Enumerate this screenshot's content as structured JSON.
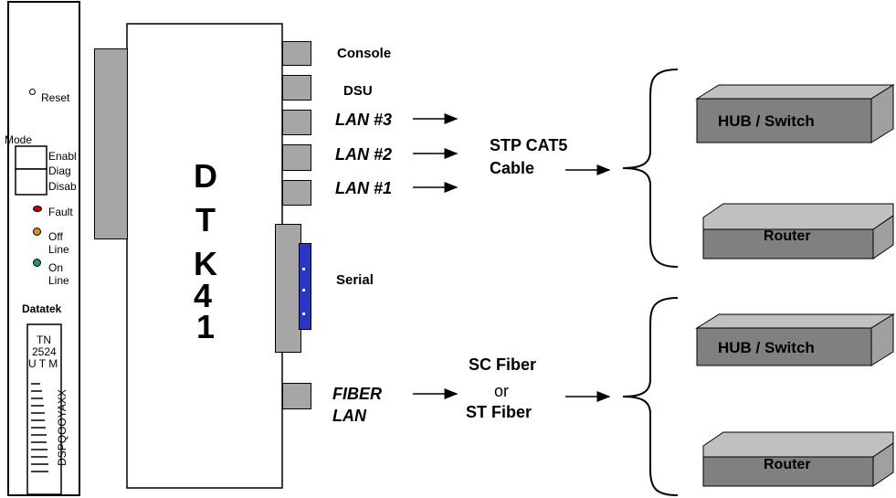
{
  "panel": {
    "reset": "Reset",
    "mode": "Mode",
    "enable": "Enabl",
    "diag": "Diag",
    "disable": "Disab",
    "fault": "Fault",
    "off": "Off",
    "off_line": "Line",
    "on": "On",
    "on_line": "Line",
    "brand": "Datatek",
    "model_tn": "TN",
    "model_num": "2524",
    "model_utm": "U T M",
    "barcode": "DSPQOOYAXX"
  },
  "unit": {
    "letters": [
      "D",
      "T",
      "K",
      "4",
      "1"
    ]
  },
  "ports": {
    "console": "Console",
    "dsu": "DSU",
    "lan3": "LAN #3",
    "lan2": "LAN #2",
    "lan1": "LAN #1",
    "serial": "Serial",
    "fiber": "FIBER",
    "fiber_lan": "LAN"
  },
  "cables": {
    "stp_line1": "STP CAT5",
    "stp_line2": "Cable",
    "sc_fiber": "SC Fiber",
    "or": "or",
    "st_fiber": "ST Fiber"
  },
  "devices": {
    "hub_top": "HUB / Switch",
    "router_top": "Router",
    "hub_bottom": "HUB / Switch",
    "router_bottom": "Router"
  },
  "colors": {
    "port_gray": "#a6a6a6",
    "device_top": "#c0c0c0",
    "device_front": "#808080",
    "serial_blue": "#2b36c8",
    "fault_led": "#cc0000",
    "offline_led": "#e38a1c",
    "online_led": "#1a9a6a"
  }
}
